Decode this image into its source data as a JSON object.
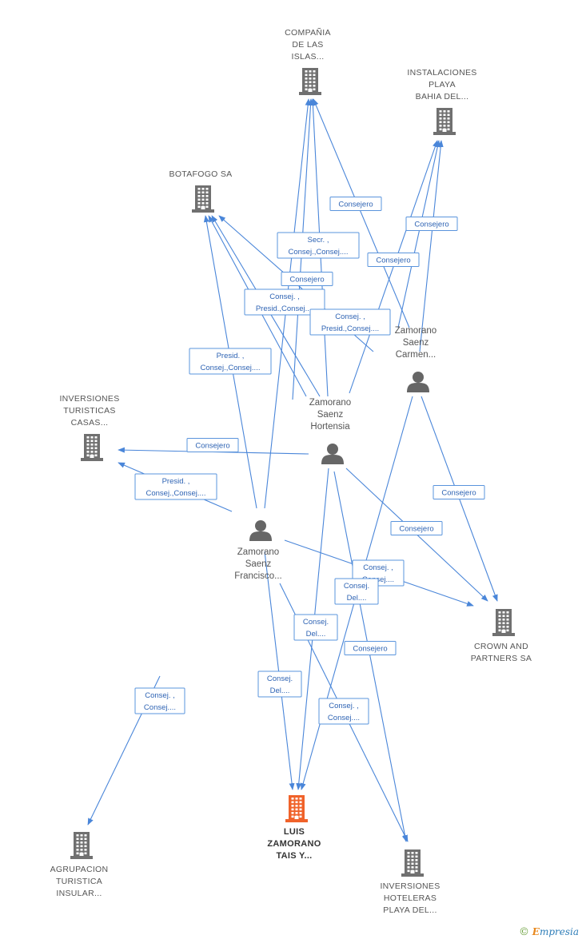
{
  "colors": {
    "edge": "#4a86d9",
    "company": "#707070",
    "main_company": "#f0622a",
    "person": "#666666"
  },
  "nodes": [
    {
      "id": "compania",
      "type": "company",
      "lines": [
        "COMPAÑIA",
        "DE LAS",
        "ISLAS..."
      ]
    },
    {
      "id": "instalaciones",
      "type": "company",
      "lines": [
        "INSTALACIONES",
        "PLAYA",
        "BAHIA DEL..."
      ]
    },
    {
      "id": "botafogo",
      "type": "company",
      "lines": [
        "BOTAFOGO SA"
      ]
    },
    {
      "id": "inversiones_turisticas",
      "type": "company",
      "lines": [
        "INVERSIONES",
        "TURISTICAS",
        "CASAS..."
      ]
    },
    {
      "id": "crown",
      "type": "company",
      "lines": [
        "CROWN AND",
        "PARTNERS SA"
      ]
    },
    {
      "id": "agrupacion",
      "type": "company",
      "lines": [
        "AGRUPACION",
        "TURISTICA",
        "INSULAR..."
      ]
    },
    {
      "id": "luis",
      "type": "main",
      "lines": [
        "LUIS",
        "ZAMORANO",
        "TAIS Y..."
      ]
    },
    {
      "id": "inversiones_hoteleras",
      "type": "company",
      "lines": [
        "INVERSIONES",
        "HOTELERAS",
        "PLAYA DEL..."
      ]
    },
    {
      "id": "carmen",
      "type": "person",
      "lines": [
        "Zamorano",
        "Saenz",
        "Carmen..."
      ]
    },
    {
      "id": "hortensia",
      "type": "person",
      "lines": [
        "Zamorano",
        "Saenz",
        "Hortensia"
      ]
    },
    {
      "id": "francisco",
      "type": "person",
      "lines": [
        "Zamorano",
        "Saenz",
        "Francisco..."
      ]
    }
  ],
  "edge_labels": [
    [
      "Consejero"
    ],
    [
      "Consejero"
    ],
    [
      "Secr. ,",
      "Consej.,Consej...."
    ],
    [
      "Consejero"
    ],
    [
      "Consejero"
    ],
    [
      "Consej. ,",
      "Presid.,Consej...."
    ],
    [
      "Consej. ,",
      "Presid.,Consej...."
    ],
    [
      "Presid. ,",
      "Consej.,Consej...."
    ],
    [
      "Consejero"
    ],
    [
      "Presid. ,",
      "Consej.,Consej...."
    ],
    [
      "Consejero"
    ],
    [
      "Consejero"
    ],
    [
      "Consej. ,",
      "Consej...."
    ],
    [
      "Consej.",
      "Del...."
    ],
    [
      "Consej.",
      "Del...."
    ],
    [
      "Consejero"
    ],
    [
      "Consej.",
      "Del...."
    ],
    [
      "Consej. ,",
      "Consej...."
    ],
    [
      "Consej. ,",
      "Consej...."
    ]
  ],
  "footer": {
    "copyright": "©",
    "brand_e": "E",
    "brand_rest": "mpresia"
  }
}
